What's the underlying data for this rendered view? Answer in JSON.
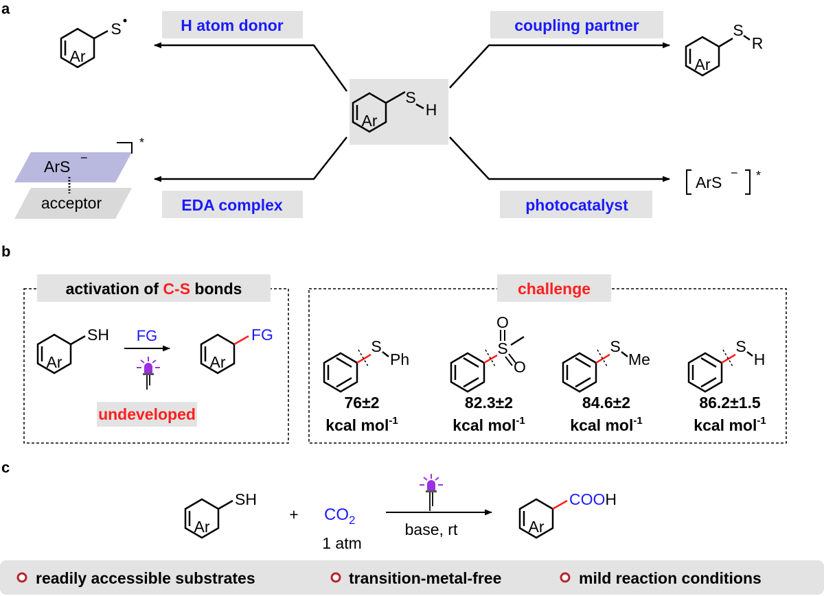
{
  "panels": {
    "a": "a",
    "b": "b",
    "c": "c"
  },
  "panel_a": {
    "center": {
      "ring": "Ar",
      "atom1": "S",
      "atom2": "H"
    },
    "branches": {
      "top_left": {
        "label": "H atom donor",
        "ring": "Ar",
        "atom": "S",
        "dot": "."
      },
      "top_right": {
        "label": "coupling partner",
        "ring": "Ar",
        "atom": "S",
        "group": "R"
      },
      "bottom_left": {
        "label": "EDA complex",
        "top_text": "ArS",
        "charge": "−",
        "bottom_text": "acceptor",
        "star": "*"
      },
      "bottom_right": {
        "label": "photocatalyst",
        "text": "ArS",
        "charge": "−",
        "star": "*"
      }
    }
  },
  "panel_b": {
    "left_title": {
      "pre": "activation of ",
      "highlight": "C-S",
      "post": " bonds"
    },
    "reactant": {
      "ring": "Ar",
      "group": "SH"
    },
    "reagent": "FG",
    "product": {
      "ring": "Ar",
      "group": "FG"
    },
    "status": "undeveloped",
    "right_title": "challenge",
    "compounds": [
      {
        "a1": "S",
        "a2": "Ph",
        "value": "76±2",
        "unit": "kcal mol",
        "exp": "-1"
      },
      {
        "a1": "S",
        "o1": "O",
        "o2": "O",
        "value": "82.3±2",
        "unit": "kcal mol",
        "exp": "-1"
      },
      {
        "a1": "S",
        "a2": "Me",
        "value": "84.6±2",
        "unit": "kcal mol",
        "exp": "-1"
      },
      {
        "a1": "S",
        "a2": "H",
        "value": "86.2±1.5",
        "unit": "kcal mol",
        "exp": "-1"
      }
    ]
  },
  "panel_c": {
    "reactant": {
      "ring": "Ar",
      "group": "SH"
    },
    "plus": "+",
    "co2": "CO",
    "co2_sub": "2",
    "pressure": "1 atm",
    "conditions": "base, rt",
    "product": {
      "ring": "Ar",
      "group_colored": "COO",
      "group_h": "H"
    }
  },
  "features": [
    "readily accessible substrates",
    "transition-metal-free",
    "mild reaction conditions"
  ],
  "colors": {
    "blue": "#1a1aff",
    "red": "#ff1f1f",
    "gray_box": "#e3e3e3",
    "eda_top": "#b9b9e0",
    "eda_bottom": "#d9d9d9",
    "lamp_purple": "#9b30e0",
    "bullet_red": "#b5252e"
  },
  "icons": [
    "lamp-icon",
    "bullet-icon"
  ]
}
